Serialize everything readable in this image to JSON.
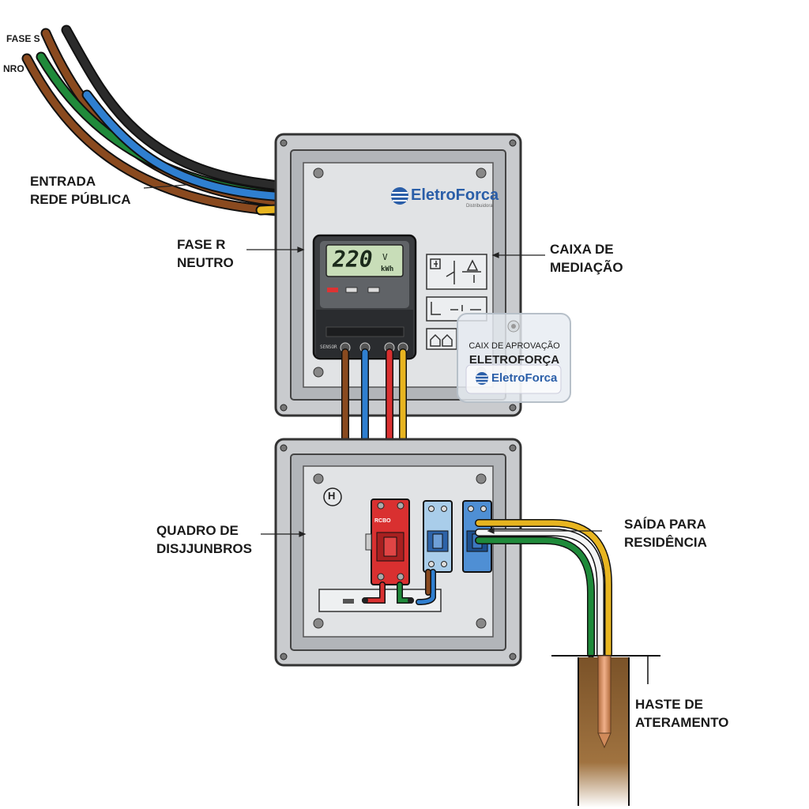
{
  "labels": {
    "fase_s": "FASE S",
    "nro": "NRO",
    "entrada": [
      "ENTRADA",
      "REDE PÚBLICA"
    ],
    "fase_r": [
      "FASE R",
      "NEUTRO"
    ],
    "caixa": [
      "CAIXA DE",
      "MEDIAÇÃO"
    ],
    "quadro": [
      "QUADRO DE",
      "DISJJUNBROS"
    ],
    "saida": [
      "SAÍDA PARA",
      "RESIDÊNCIA"
    ],
    "haste": [
      "HASTE DE",
      "ATERAMENTO"
    ]
  },
  "brand": {
    "name": "EletroForca",
    "tagline": "Distribuidora"
  },
  "meter": {
    "reading": "220",
    "unit": "V",
    "unit2": "kWh",
    "panel_text": "SENSOR"
  },
  "stamp": {
    "line1": "CAIX DE APROVAÇÃO",
    "line2": "ELETROFORÇA",
    "brand": "EletroForca"
  },
  "breaker": {
    "label": "RCBO"
  },
  "ground_symbol": "H",
  "colors": {
    "black": "#222222",
    "blue": "#2f7fd0",
    "brown": "#8a4a1f",
    "green": "#1f8a3a",
    "yellow": "#e8b520",
    "red": "#d93030",
    "white": "#f4f4f4",
    "box_outer": "#c9cbce",
    "box_inner": "#dfe1e3",
    "brand": "#2a5ea8",
    "copper": "#d08a5a",
    "earth": "#8b5e2e"
  }
}
